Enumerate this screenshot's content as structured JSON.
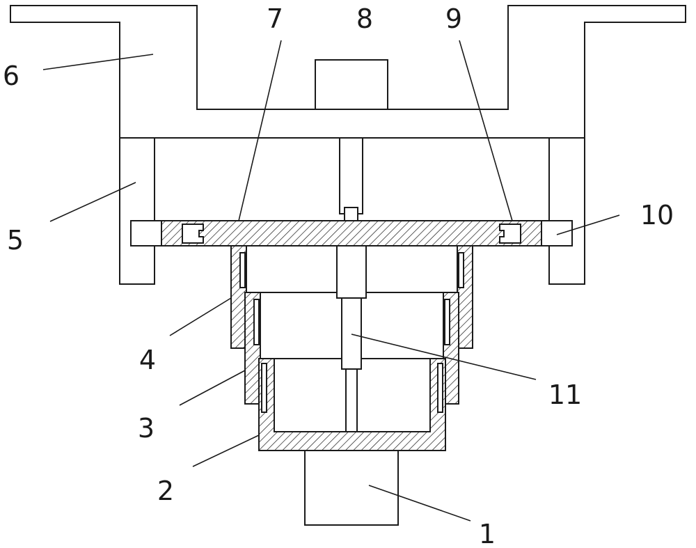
{
  "figure": {
    "labels": {
      "l1": "1",
      "l2": "2",
      "l3": "3",
      "l4": "4",
      "l5": "5",
      "l6": "6",
      "l7": "7",
      "l8": "8",
      "l9": "9",
      "l10": "10",
      "l11": "11"
    }
  }
}
